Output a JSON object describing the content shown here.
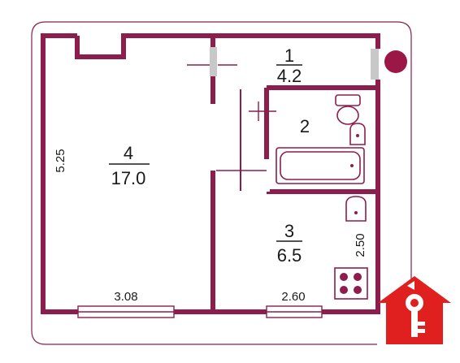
{
  "rooms": [
    {
      "number": "1",
      "area": "4.2"
    },
    {
      "number": "2",
      "area": ""
    },
    {
      "number": "3",
      "area": "6.5"
    },
    {
      "number": "4",
      "area": "17.0"
    }
  ],
  "dimensions": {
    "left_wall": "5.25",
    "bottom_left": "3.08",
    "bottom_right": "2.60",
    "kitchen_right": "2.50"
  },
  "colors": {
    "wall": "#8c1d4d",
    "fixture_outline": "#8c1d4d",
    "door_gray": "#c8c8c8",
    "riser": "#9b1746",
    "logo_red": "#e0201f",
    "frame": "#8c1d4d"
  },
  "icons": [
    "toilet-icon",
    "sink-icon",
    "bathtub-icon",
    "stove-icon",
    "riser-icon",
    "house-key-logo-icon"
  ]
}
